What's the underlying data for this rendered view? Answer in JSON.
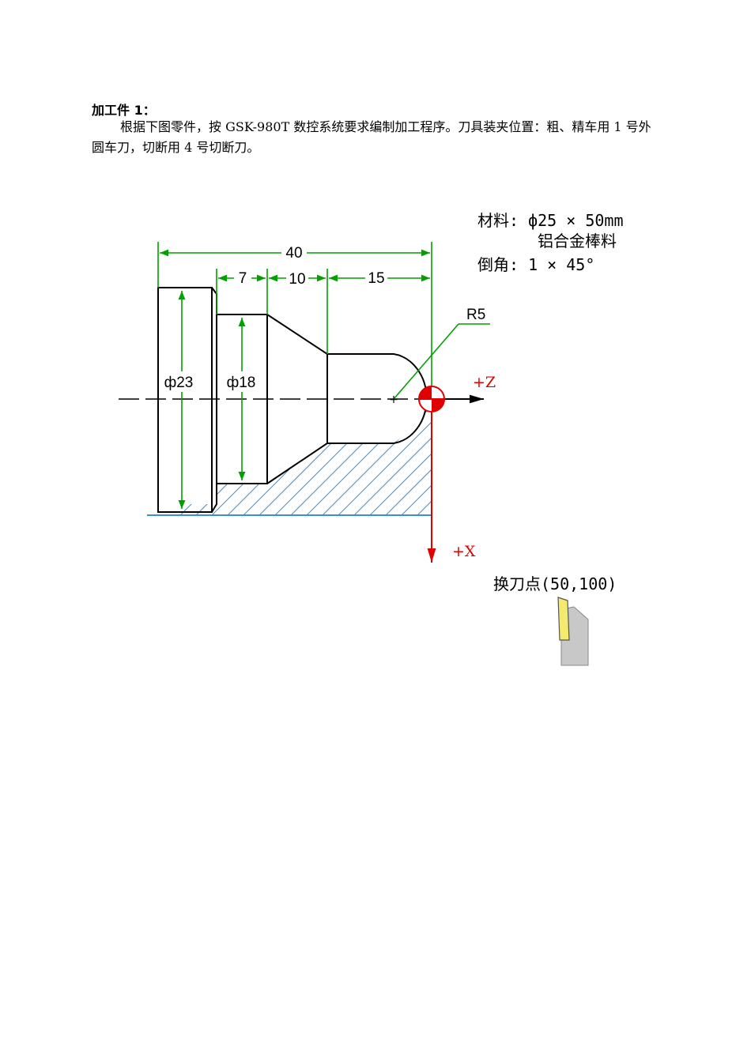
{
  "document": {
    "heading": "加工件 1：",
    "paragraph": "根据下图零件，按 GSK-980T 数控系统要求编制加工程序。刀具装夹位置：粗、精车用 1 号外圆车刀，切断用 4 号切断刀。"
  },
  "drawing": {
    "notes": {
      "material_line1": "材料: ф25 × 50mm",
      "material_line2": "铝合金棒料",
      "chamfer": "倒角: 1 × 45°"
    },
    "dimensions": {
      "overall": "40",
      "seg_a": "7",
      "seg_b": "10",
      "seg_c": "15",
      "radius": "R5",
      "dia_large": "ф23",
      "dia_small": "ф18"
    },
    "axes": {
      "z": "+Z",
      "x": "+X"
    },
    "tool_change": "换刀点(50,100)",
    "colors": {
      "dimension": "#00a000",
      "axis": "#e00000",
      "hatch": "#3a8fd8",
      "outline": "#000000"
    }
  }
}
